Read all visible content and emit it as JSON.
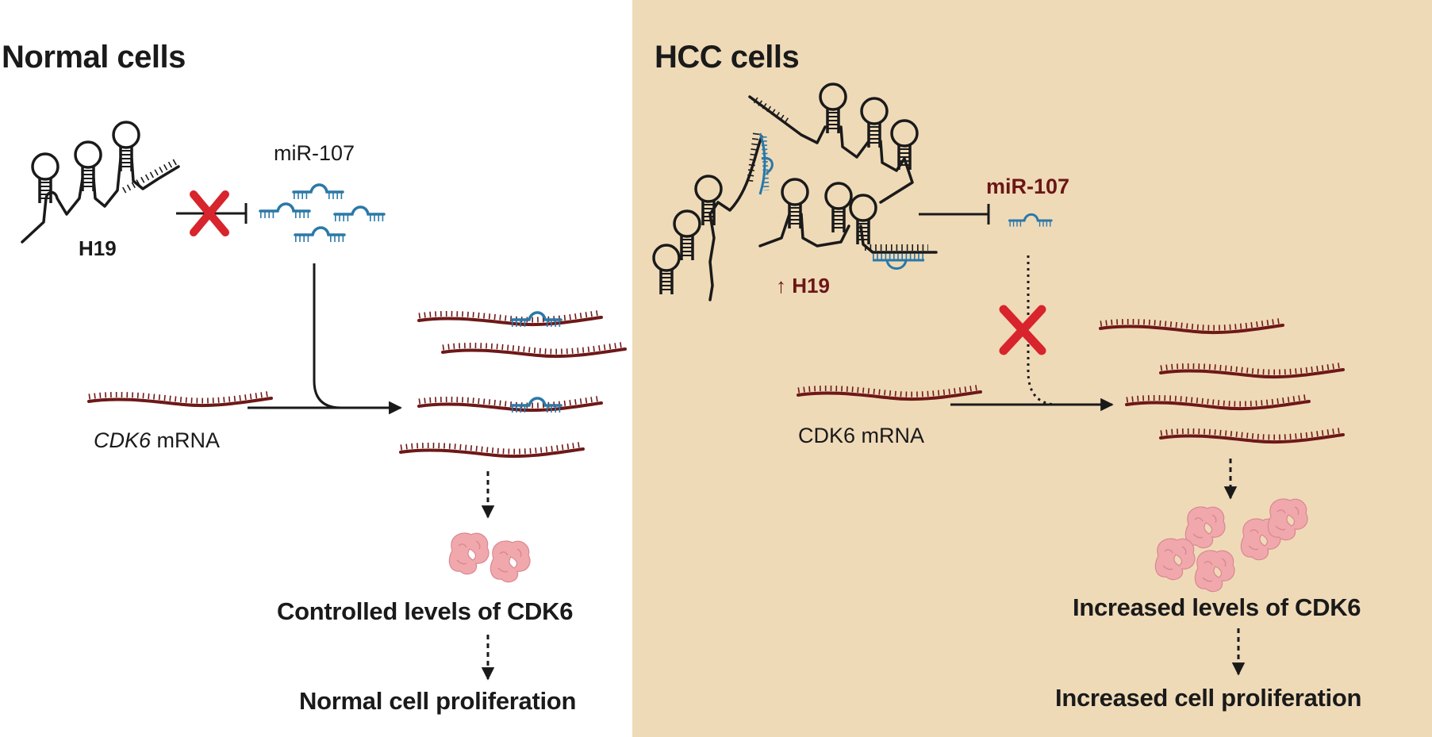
{
  "normal": {
    "title": "Normal cells",
    "h19_label": "H19",
    "mir_label": "miR-107",
    "mrna_gene": "CDK6",
    "mrna_suffix": " mRNA",
    "protein_level": "Controlled levels of CDK6",
    "outcome": "Normal cell proliferation"
  },
  "hcc": {
    "title": "HCC cells",
    "h19_label": "↑ H19",
    "mir_label": "miR-107",
    "mrna_label": "CDK6 mRNA",
    "protein_level": "Increased levels of CDK6",
    "outcome": "Increased cell proliferation"
  },
  "colors": {
    "hcc_background": "#efdab8",
    "mrna": "#6e1818",
    "mirna": "#2a78a8",
    "lncrna": "#1a1a1a",
    "inhibit_x": "#d8242c",
    "protein": "#f0a8ad",
    "highlight_text": "#6b1616"
  }
}
